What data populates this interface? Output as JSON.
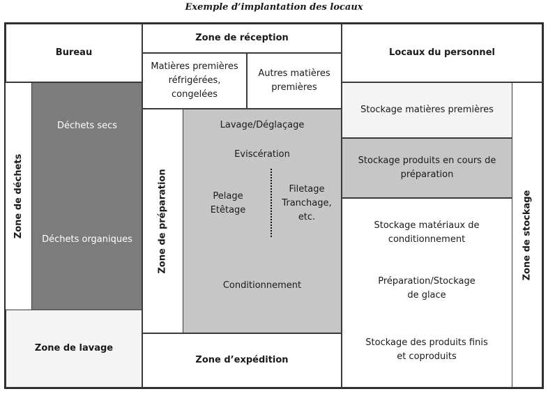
{
  "title": "Exemple d’implantation des locaux",
  "zones": {
    "bureau": "Bureau",
    "reception": "Zone de réception",
    "reception_refrigerated_l1": "Matières premières",
    "reception_refrigerated_l2": "réfrigérées,",
    "reception_refrigerated_l3": "congelées",
    "reception_other_l1": "Autres matières",
    "reception_other_l2": "premières",
    "personnel": "Locaux du personnel",
    "dechets": "Zone de déchets",
    "dechets_secs": "Déchets secs",
    "dechets_organiques": "Déchets organiques",
    "lavage": "Zone de lavage",
    "preparation": "Zone de préparation",
    "lavage_deglacage": "Lavage/Déglaçage",
    "evisceration": "Eviscération",
    "pelage_l1": "Pelage",
    "pelage_l2": "Etêtage",
    "filetage_l1": "Filetage",
    "filetage_l2": "Tranchage,",
    "filetage_l3": "etc.",
    "conditionnement": "Conditionnement",
    "expedition": "Zone d’expédition",
    "stock_mp": "Stockage matières premières",
    "stock_encours_l1": "Stockage produits en cours de",
    "stock_encours_l2": "préparation",
    "stock_materiaux_l1": "Stockage matériaux de",
    "stock_materiaux_l2": "conditionnement",
    "stock_glace_l1": "Préparation/Stockage",
    "stock_glace_l2": "de glace",
    "stock_finis_l1": "Stockage des produits finis",
    "stock_finis_l2": "et coproduits",
    "stockage": "Zone de stockage"
  },
  "colors": {
    "dark": "#7c7c7c",
    "mid": "#c6c6c6",
    "light": "#f4f4f4"
  }
}
